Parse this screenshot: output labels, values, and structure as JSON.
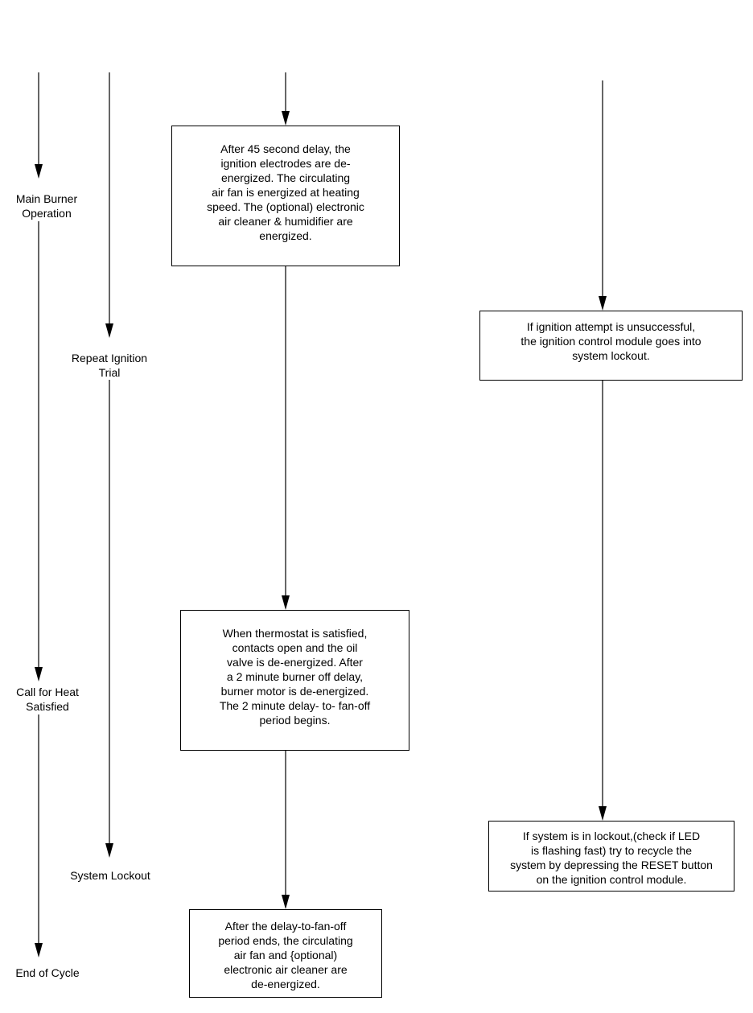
{
  "labels": {
    "main_burner": "Main Burner\nOperation",
    "repeat_ignition": "Repeat Ignition\nTrial",
    "call_for_heat": "Call for Heat\nSatisfied",
    "system_lockout": "System Lockout",
    "end_of_cycle": "End of Cycle"
  },
  "boxes": {
    "after_45_delay": "After 45 second delay, the\nignition electrodes are de-\nenergized.  The circulating\nair fan is energized at heating\nspeed. The (optional) electronic\nair cleaner & humidifier are\nenergized.",
    "ignition_unsuccessful": "If ignition attempt is unsuccessful,\nthe ignition control module goes into\nsystem lockout.",
    "thermostat_satisfied": "When thermostat is satisfied,\ncontacts open and the oil\nvalve is de-energized.  After\na 2 minute burner off delay,\nburner motor is de-energized.\nThe 2 minute delay- to- fan-off\nperiod begins.",
    "system_in_lockout": "If system is in lockout,(check if LED\nis flashing fast) try to recycle the\nsystem by depressing the RESET button\non the ignition control module.",
    "delay_fan_off_ends": "After the delay-to-fan-off\nperiod ends, the circulating\nair fan and {optional)\nelectronic air cleaner are\nde-energized."
  }
}
